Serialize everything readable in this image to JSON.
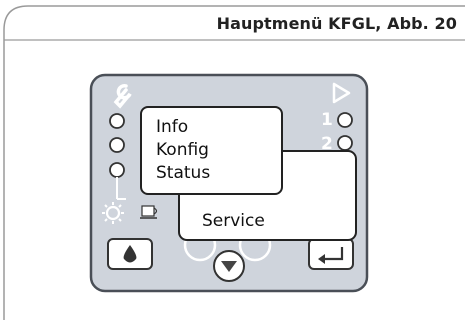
{
  "header": {
    "title": "Hauptmenü KFGL, Abb. 20"
  },
  "display": {
    "menu": {
      "items": [
        "Info",
        "Konfig",
        "Status"
      ]
    },
    "submenu": {
      "selected": "Service"
    },
    "side_numbers": {
      "one": "1",
      "two": "2"
    }
  },
  "icons": {
    "wrench": "wrench-icon",
    "play": "play-icon",
    "sun": "sun-icon",
    "cup": "cup-icon",
    "drop": "drop-icon",
    "enter": "enter-icon",
    "down": "down-arrow-icon"
  }
}
